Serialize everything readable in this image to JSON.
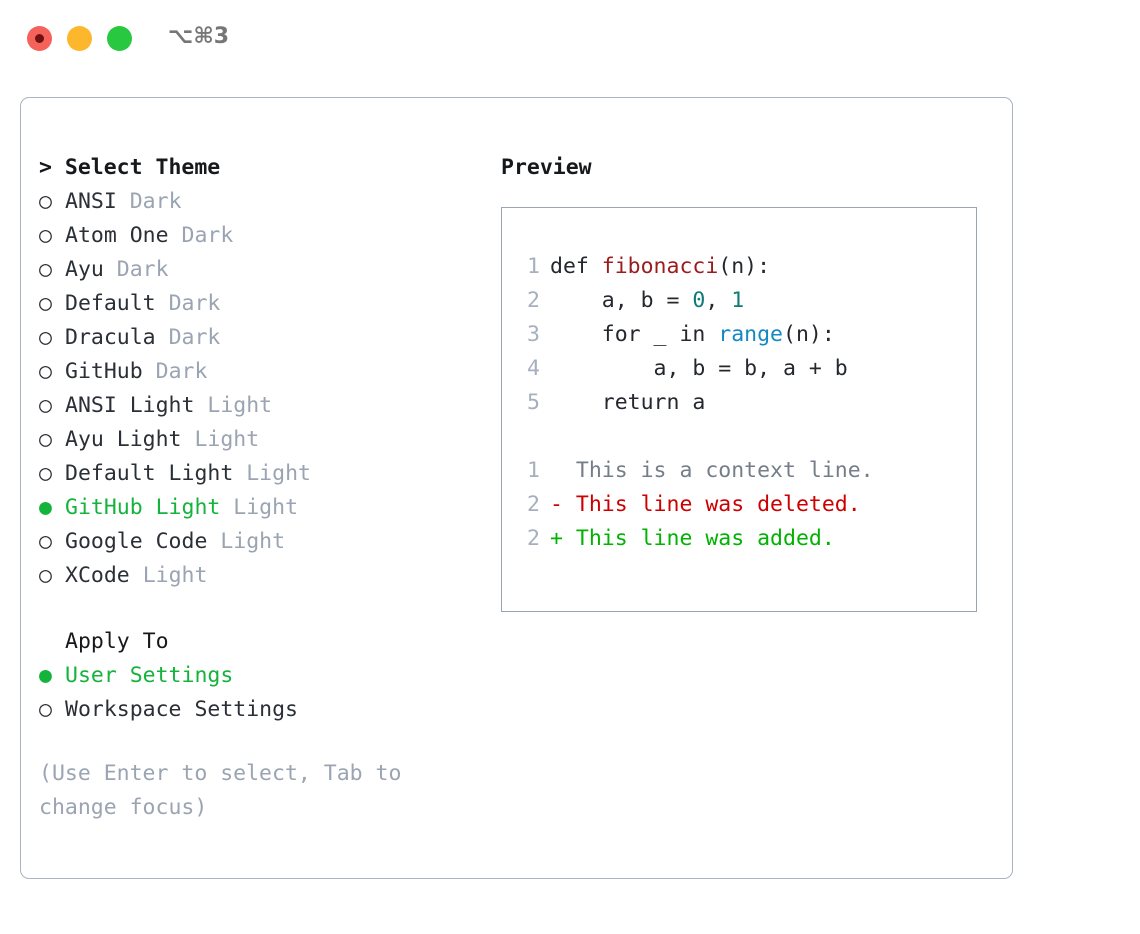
{
  "titlebar": {
    "shortcut": "⌥⌘3",
    "buttons": [
      {
        "name": "close",
        "color": "#f4625a"
      },
      {
        "name": "minimize",
        "color": "#fcb72c"
      },
      {
        "name": "maximize",
        "color": "#28c840"
      }
    ]
  },
  "colors": {
    "selected_green": "#14b33c",
    "muted_gray": "#9aa4b2",
    "text": "#2b2f36",
    "border": "#aab4c0",
    "diff_add": "#00b300",
    "diff_del": "#cc0000",
    "syntax_function": "#9b1c1c",
    "syntax_call": "#1289c4",
    "syntax_number": "#107a77"
  },
  "theme_panel": {
    "header": "> Select Theme",
    "items": [
      {
        "bullet": "○",
        "name": "ANSI",
        "tag": "Dark",
        "selected": false
      },
      {
        "bullet": "○",
        "name": "Atom One",
        "tag": "Dark",
        "selected": false
      },
      {
        "bullet": "○",
        "name": "Ayu",
        "tag": "Dark",
        "selected": false
      },
      {
        "bullet": "○",
        "name": "Default",
        "tag": "Dark",
        "selected": false
      },
      {
        "bullet": "○",
        "name": "Dracula",
        "tag": "Dark",
        "selected": false
      },
      {
        "bullet": "○",
        "name": "GitHub",
        "tag": "Dark",
        "selected": false
      },
      {
        "bullet": "○",
        "name": "ANSI Light",
        "tag": "Light",
        "selected": false
      },
      {
        "bullet": "○",
        "name": "Ayu Light",
        "tag": "Light",
        "selected": false
      },
      {
        "bullet": "○",
        "name": "Default Light",
        "tag": "Light",
        "selected": false
      },
      {
        "bullet": "●",
        "name": "GitHub Light",
        "tag": "Light",
        "selected": true
      },
      {
        "bullet": "○",
        "name": "Google Code",
        "tag": "Light",
        "selected": false
      },
      {
        "bullet": "○",
        "name": "XCode",
        "tag": "Light",
        "selected": false
      }
    ]
  },
  "apply_to": {
    "header": "Apply To",
    "items": [
      {
        "bullet": "●",
        "name": "User Settings",
        "selected": true
      },
      {
        "bullet": "○",
        "name": "Workspace Settings",
        "selected": false
      }
    ]
  },
  "hint": "(Use Enter to select, Tab to change focus)",
  "preview": {
    "title": "Preview",
    "code_lines": [
      {
        "num": "1",
        "tokens": [
          {
            "t": "def ",
            "c": "plain"
          },
          {
            "t": "fibonacci",
            "c": "fn"
          },
          {
            "t": "(n):",
            "c": "plain"
          }
        ]
      },
      {
        "num": "2",
        "tokens": [
          {
            "t": "    a, b = ",
            "c": "plain"
          },
          {
            "t": "0",
            "c": "num"
          },
          {
            "t": ", ",
            "c": "plain"
          },
          {
            "t": "1",
            "c": "num"
          }
        ]
      },
      {
        "num": "3",
        "tokens": [
          {
            "t": "    for _ in ",
            "c": "plain"
          },
          {
            "t": "range",
            "c": "call"
          },
          {
            "t": "(n):",
            "c": "plain"
          }
        ]
      },
      {
        "num": "4",
        "tokens": [
          {
            "t": "        a, b = b, a + b",
            "c": "plain"
          }
        ]
      },
      {
        "num": "5",
        "tokens": [
          {
            "t": "    return a",
            "c": "plain"
          }
        ]
      }
    ],
    "diff_lines": [
      {
        "num": "1",
        "marker": "  ",
        "text": "This is a context line.",
        "kind": "ctx"
      },
      {
        "num": "2",
        "marker": "- ",
        "text": "This line was deleted.",
        "kind": "del"
      },
      {
        "num": "2",
        "marker": "+ ",
        "text": "This line was added.",
        "kind": "add"
      }
    ]
  }
}
